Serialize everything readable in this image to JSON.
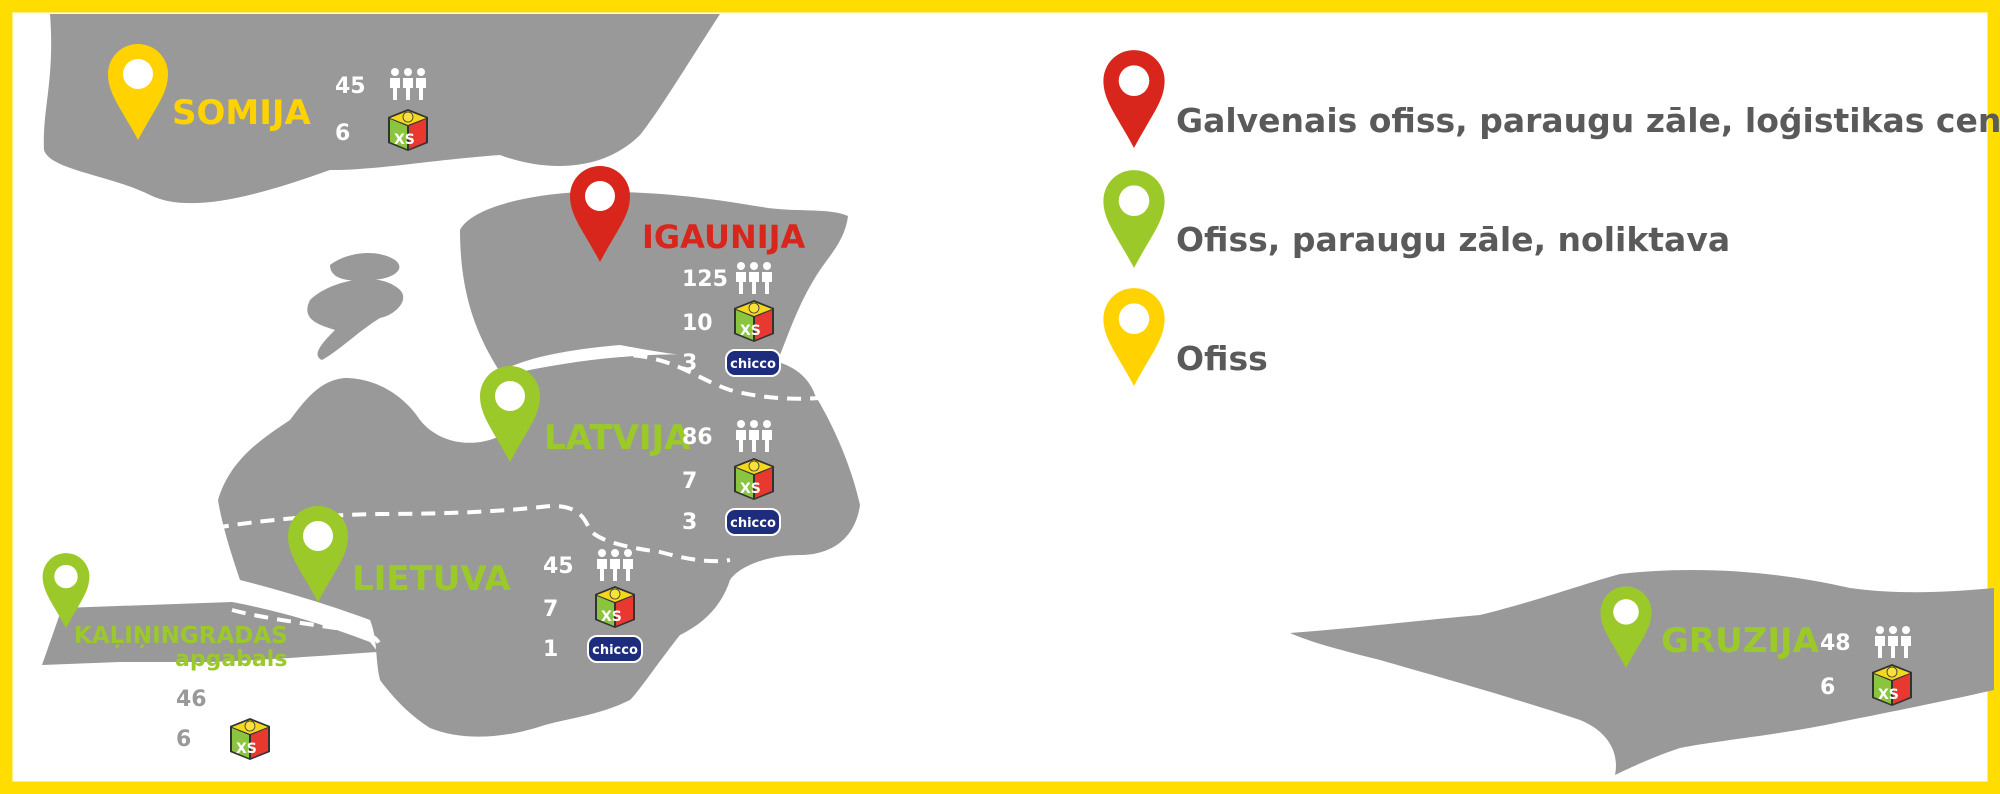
{
  "colors": {
    "frame": "#FFDD00",
    "land": "#999999",
    "head_office_pin": "#D9261C",
    "office_warehouse_pin": "#9CC92A",
    "office_pin": "#FFD200",
    "count_text_white": "#FFFFFF",
    "count_text_grey": "#999999",
    "legend_text": "#5A5A5A"
  },
  "legend": [
    {
      "pin": "head_office",
      "label": "Galvenais ofiss, paraugu zāle, loģistikas centrs"
    },
    {
      "pin": "office_warehouse",
      "label": "Ofiss, paraugu zāle, noliktava"
    },
    {
      "pin": "office",
      "label": "Ofiss"
    }
  ],
  "countries": {
    "somija": {
      "name": "SOMIJA",
      "pin": "office",
      "employees": "45",
      "xs_stores": "6"
    },
    "igaunija": {
      "name": "IGAUNIJA",
      "pin": "head_office",
      "employees": "125",
      "xs_stores": "10",
      "chicco_stores": "3"
    },
    "latvija": {
      "name": "LATVIJA",
      "pin": "office_warehouse",
      "employees": "86",
      "xs_stores": "7",
      "chicco_stores": "3"
    },
    "lietuva": {
      "name": "LIETUVA",
      "pin": "office_warehouse",
      "employees": "45",
      "xs_stores": "7",
      "chicco_stores": "1"
    },
    "kalinin": {
      "name": "KAĻIŅINGRADAS",
      "name2": "apgabals",
      "pin": "office_warehouse",
      "employees": "46",
      "xs_stores": "6"
    },
    "gruzija": {
      "name": "GRUZIJA",
      "pin": "office_warehouse",
      "employees": "48",
      "xs_stores": "6"
    }
  },
  "icons": {
    "employees": "people-icon",
    "xs": "xs-toy-cube-logo",
    "chicco": "chicco-logo",
    "chicco_text": "chicco",
    "xs_letters": "XS"
  }
}
